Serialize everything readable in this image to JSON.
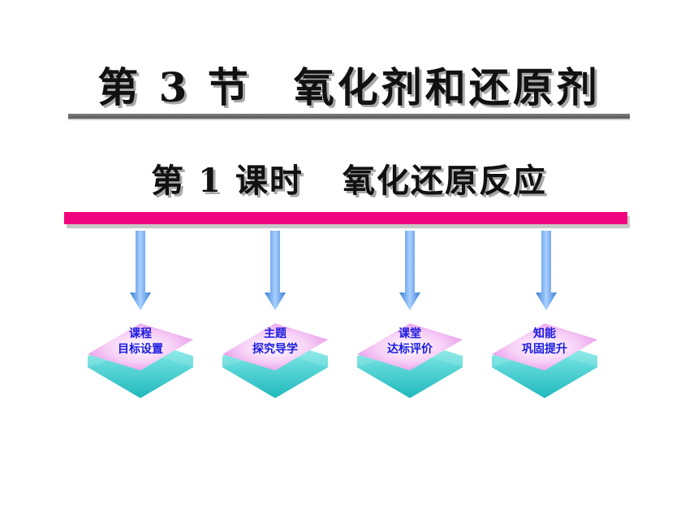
{
  "title": {
    "part1": "第 3 节",
    "part2": "氧化剂和还原剂"
  },
  "subtitle": {
    "part1": "第 1 课时",
    "part2": "氧化还原反应"
  },
  "colors": {
    "accent_pink": "#f0047f",
    "arrow_blue": "#5aa0ec",
    "box_top_pink": "#ee9cf0",
    "box_side_cyan": "#3ec8c8",
    "label_blue": "#1a1ae0"
  },
  "nav": [
    {
      "line1": "课程",
      "line2": "目标设置"
    },
    {
      "line1": "主题",
      "line2": "探究导学"
    },
    {
      "line1": "课堂",
      "line2": "达标评价"
    },
    {
      "line1": "知能",
      "line2": "巩固提升"
    }
  ]
}
